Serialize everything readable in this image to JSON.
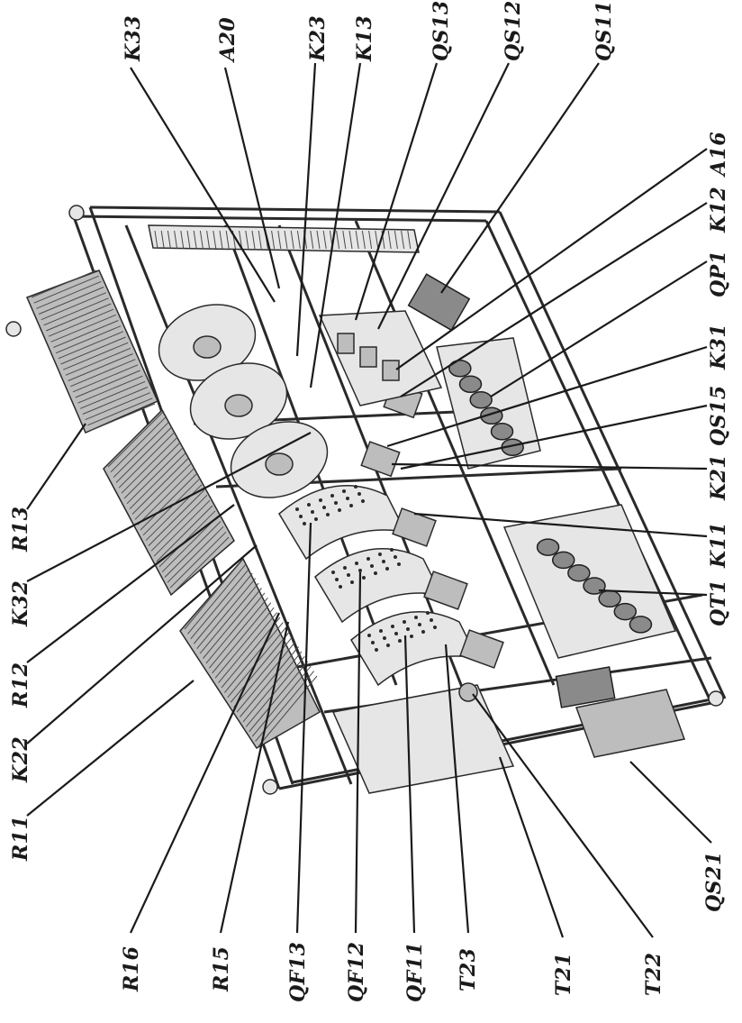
{
  "labels": {
    "K33": "K33",
    "A20": "A20",
    "K23": "K23",
    "K13": "K13",
    "QS13": "QS13",
    "QS12": "QS12",
    "QS11": "QS11",
    "A16": "A16",
    "K12": "K12",
    "QP1": "QP1",
    "K31": "K31",
    "QS15": "QS15",
    "K21": "K21",
    "K11": "K11",
    "QT1": "QT1",
    "R13": "R13",
    "K32": "K32",
    "R12": "R12",
    "K22": "K22",
    "R11": "R11",
    "R16": "R16",
    "R15": "R15",
    "QF13": "QF13",
    "QF12": "QF12",
    "QF11": "QF11",
    "T23": "T23",
    "T21": "T21",
    "T22": "T22",
    "QS21": "QS21"
  }
}
